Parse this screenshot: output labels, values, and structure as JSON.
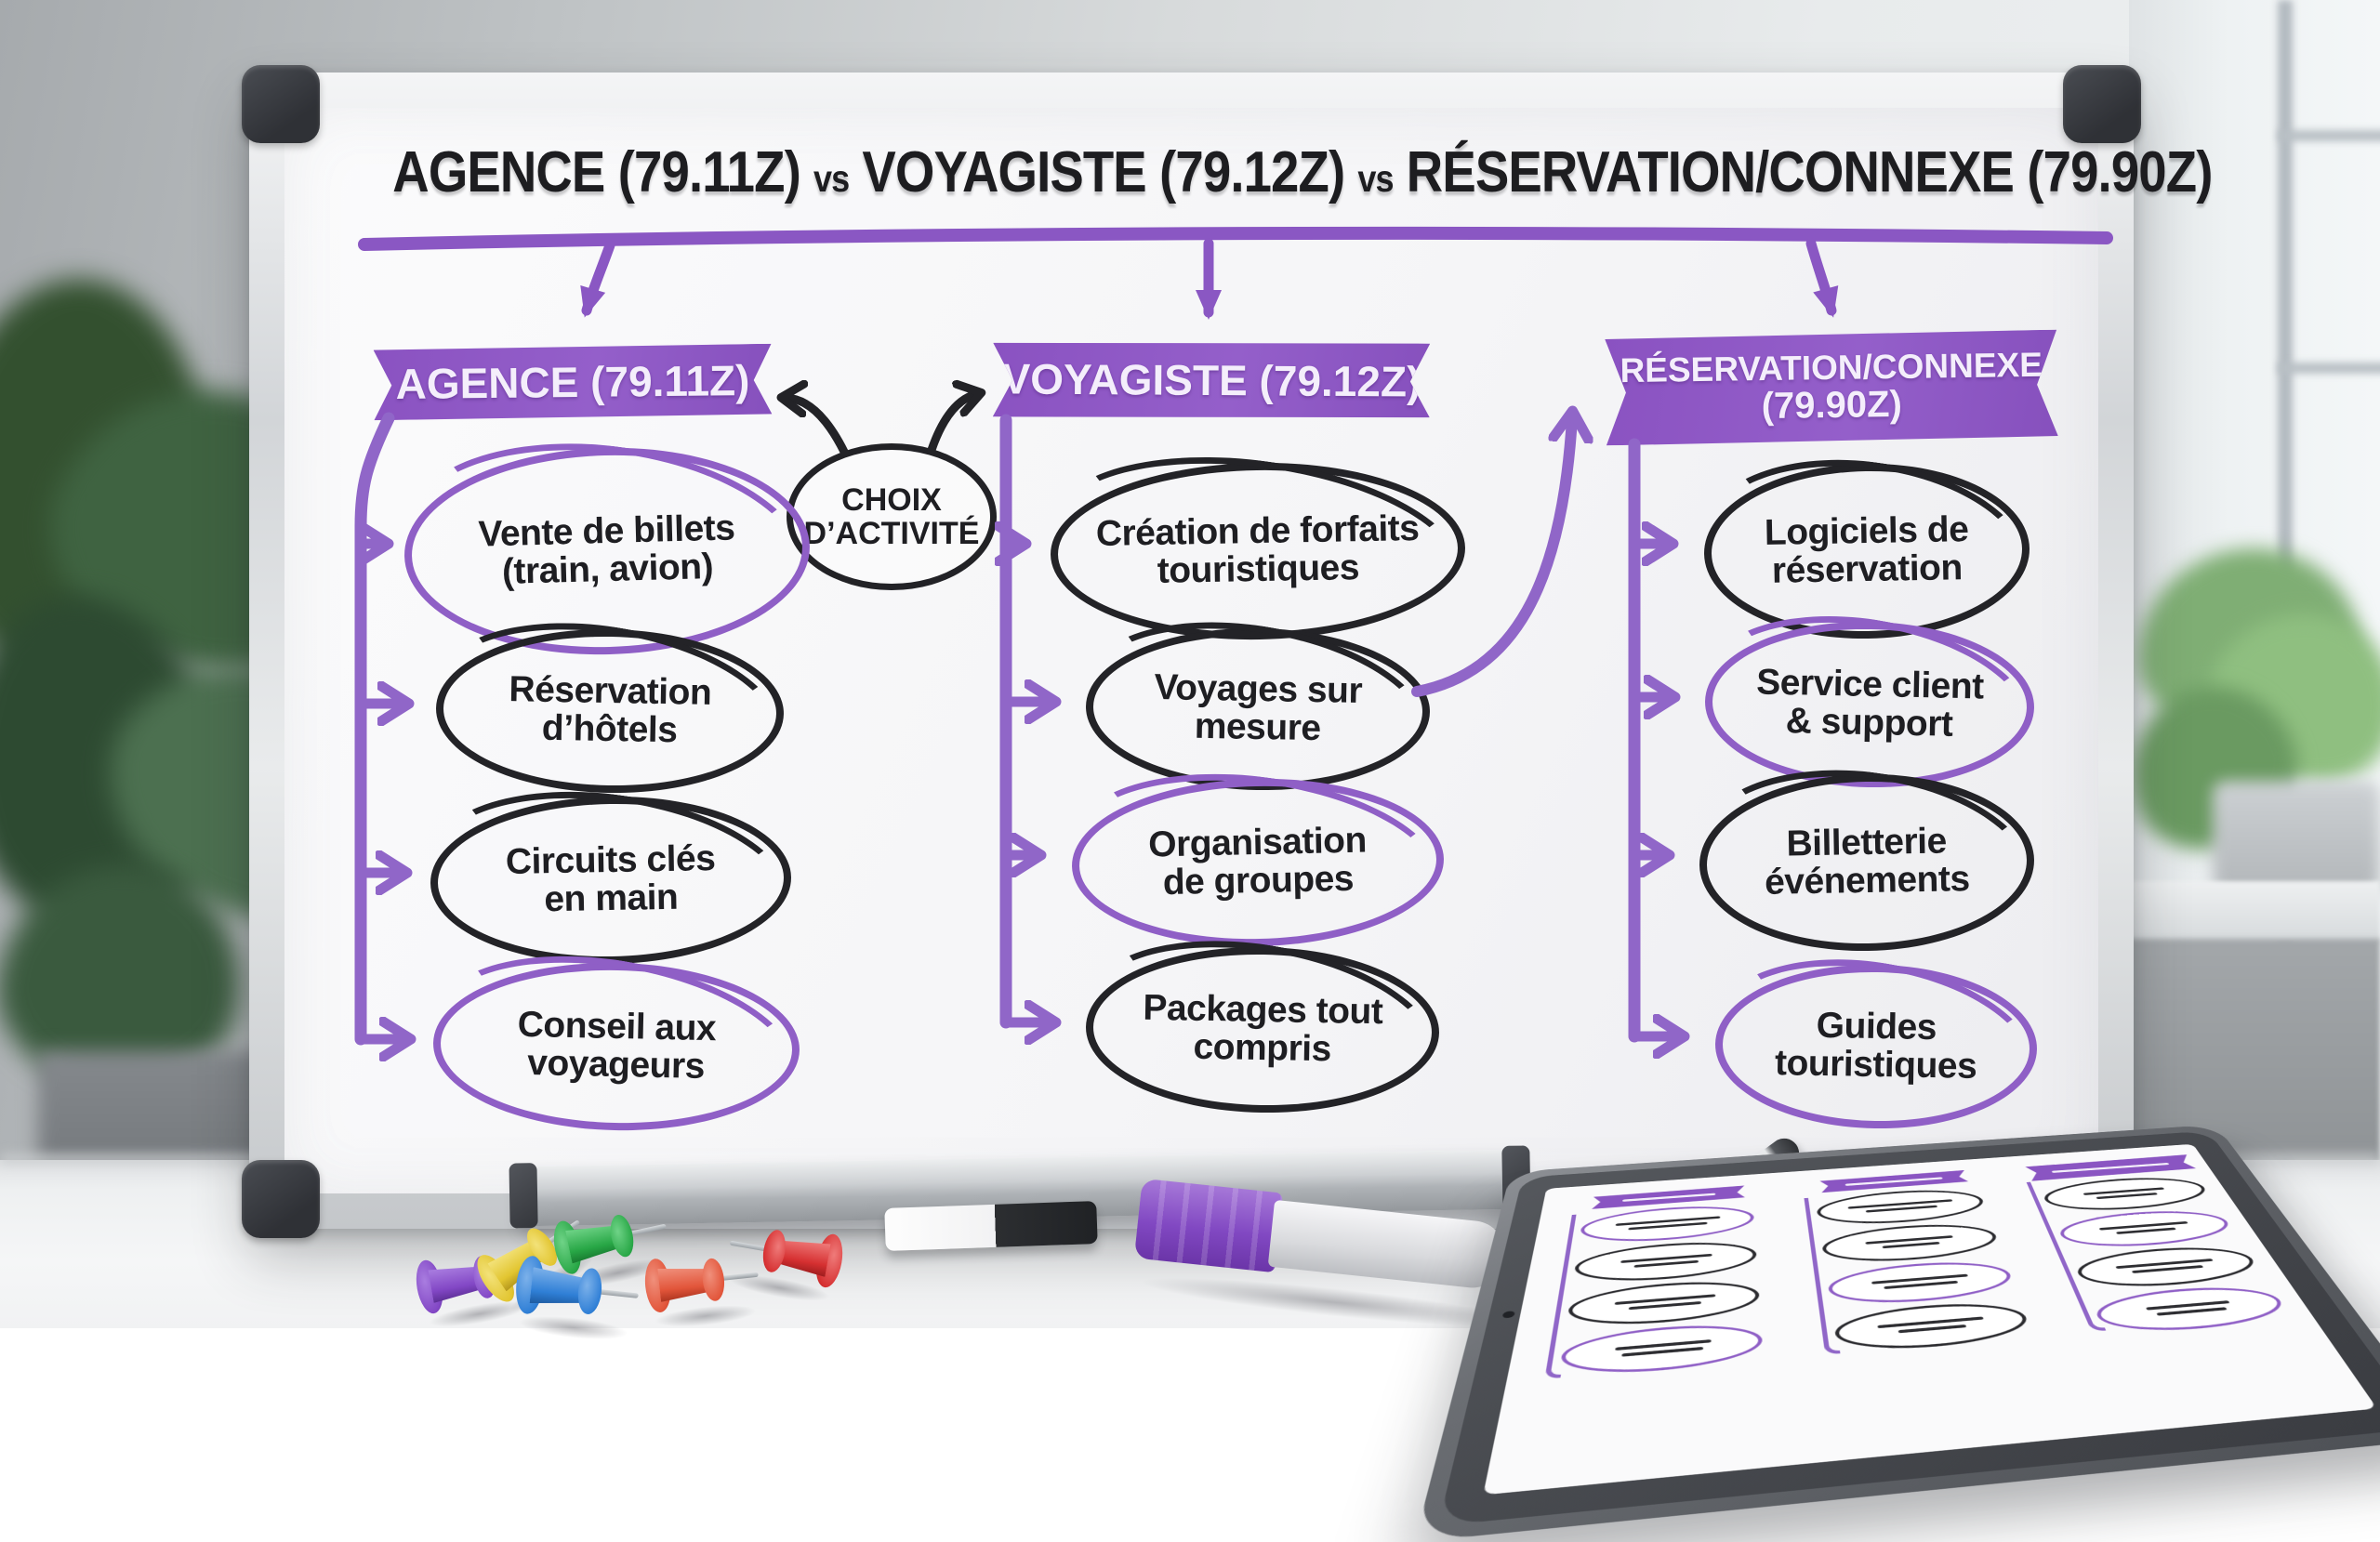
{
  "title": {
    "segments": [
      "AGENCE (79.11Z)",
      "vs",
      "VOYAGISTE (79.12Z)",
      "vs",
      "RÉSERVATION/CONNEXE (79.90Z)"
    ]
  },
  "choice_bubble": {
    "line1": "CHOIX",
    "line2": "D’ACTIVITÉ"
  },
  "columns": [
    {
      "banner": {
        "line1": "AGENCE (79.11Z)",
        "line2": ""
      },
      "items": [
        {
          "line1": "Vente de billets",
          "line2": "(train, avion)",
          "accent": "purple"
        },
        {
          "line1": "Réservation",
          "line2": "d’hôtels",
          "accent": "black"
        },
        {
          "line1": "Circuits clés",
          "line2": "en main",
          "accent": "black"
        },
        {
          "line1": "Conseil aux",
          "line2": "voyageurs",
          "accent": "purple"
        }
      ]
    },
    {
      "banner": {
        "line1": "VOYAGISTE (79.12Z)",
        "line2": ""
      },
      "items": [
        {
          "line1": "Création de forfaits",
          "line2": "touristiques",
          "accent": "black"
        },
        {
          "line1": "Voyages sur",
          "line2": "mesure",
          "accent": "black"
        },
        {
          "line1": "Organisation",
          "line2": "de groupes",
          "accent": "purple"
        },
        {
          "line1": "Packages tout",
          "line2": "compris",
          "accent": "black"
        }
      ]
    },
    {
      "banner": {
        "line1": "RÉSERVATION/CONNEXE",
        "line2": "(79.90Z)"
      },
      "items": [
        {
          "line1": "Logiciels de",
          "line2": "réservation",
          "accent": "black"
        },
        {
          "line1": "Service client",
          "line2": "& support",
          "accent": "purple"
        },
        {
          "line1": "Billetterie",
          "line2": "événements",
          "accent": "black"
        },
        {
          "line1": "Guides",
          "line2": "touristiques",
          "accent": "purple"
        }
      ]
    }
  ],
  "colors": {
    "banner_purple": "#8a53c1",
    "stroke_purple": "#9066c8",
    "ink_black": "#222226",
    "banner_text": "#f4eefb"
  }
}
